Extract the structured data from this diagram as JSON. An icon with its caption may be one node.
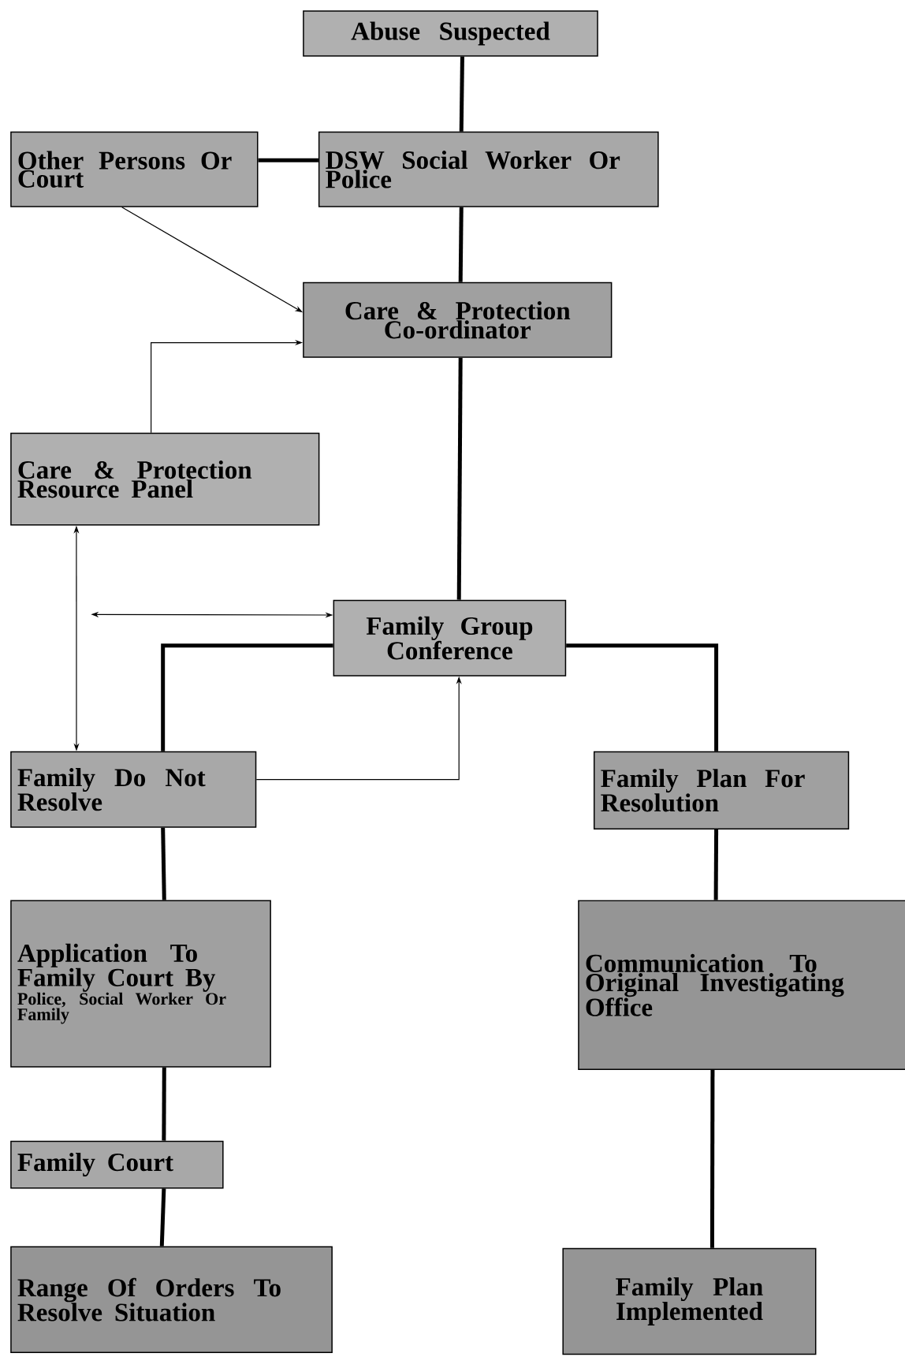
{
  "diagram": {
    "nodes": [
      {
        "text": [
          "Abuse Suspected"
        ]
      },
      {
        "text": [
          "Other Persons Or Court"
        ]
      },
      {
        "text": [
          "DSW Social Worker Or Police"
        ]
      },
      {
        "text": [
          "Care & Protection Co-ordinator"
        ]
      },
      {
        "text": [
          "Care & Protection Resource Panel"
        ]
      },
      {
        "text": [
          "Family Group Conference"
        ]
      },
      {
        "text": [
          "Family Do Not Resolve"
        ]
      },
      {
        "text": [
          "Family Plan For Resolution"
        ]
      },
      {
        "text": [
          "Application To Family Court By",
          "Police, Social Worker Or Family"
        ]
      },
      {
        "text": [
          "Communication To Original Investigating Office"
        ]
      },
      {
        "text": [
          "Family Court"
        ]
      },
      {
        "text": [
          "Range Of Orders To Resolve Situation"
        ]
      },
      {
        "text": [
          "Family Plan Implemented"
        ]
      }
    ],
    "edges": [
      {
        "from": 0,
        "to": 2,
        "arrow": "none"
      },
      {
        "from": 1,
        "to": 2,
        "arrow": "none"
      },
      {
        "from": 2,
        "to": 3,
        "arrow": "none"
      },
      {
        "from": 3,
        "to": 5,
        "arrow": "none"
      },
      {
        "from": 5,
        "to": 6,
        "arrow": "none"
      },
      {
        "from": 5,
        "to": 7,
        "arrow": "none"
      },
      {
        "from": 6,
        "to": 8,
        "arrow": "none"
      },
      {
        "from": 8,
        "to": 10,
        "arrow": "none"
      },
      {
        "from": 10,
        "to": 11,
        "arrow": "none"
      },
      {
        "from": 7,
        "to": 9,
        "arrow": "none"
      },
      {
        "from": 9,
        "to": 12,
        "arrow": "none"
      },
      {
        "from": 1,
        "to": 3,
        "arrow": "to"
      },
      {
        "from": 4,
        "to": 3,
        "arrow": "to"
      },
      {
        "from": 4,
        "to": 6,
        "arrow": "both"
      },
      {
        "from": null,
        "to": 5,
        "arrow": "both"
      },
      {
        "from": 6,
        "to": 5,
        "arrow": "to"
      }
    ]
  }
}
